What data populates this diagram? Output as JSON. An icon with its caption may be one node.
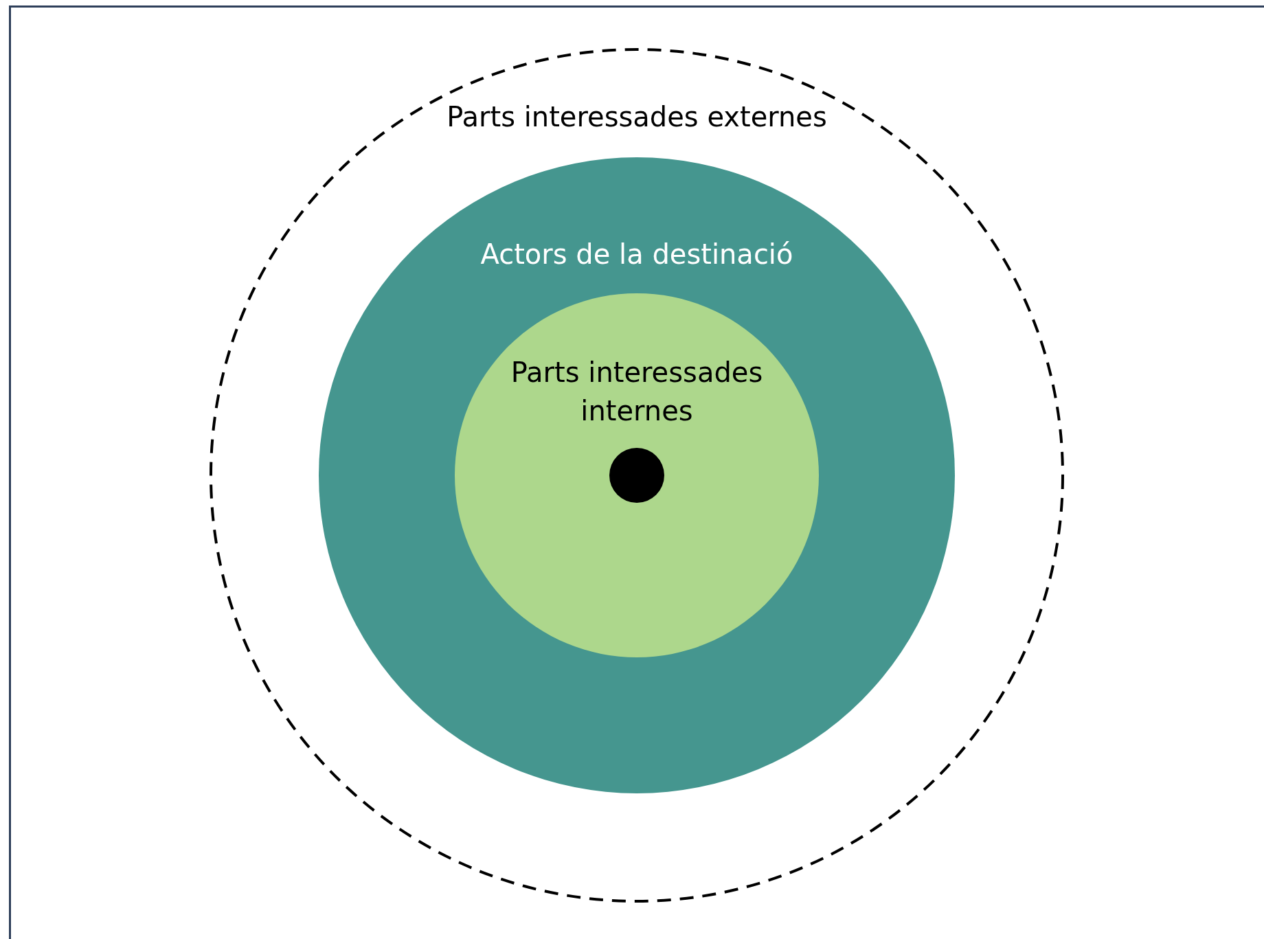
{
  "diagram": {
    "nodes": [
      {
        "text": [
          "Parts interessades externes"
        ]
      },
      {
        "text": [
          "Actors de la destinació"
        ],
        "in": 0
      },
      {
        "text": [
          "Parts interessades internes"
        ],
        "in": 1
      },
      {
        "text": [],
        "shape": "circle",
        "in": 2
      }
    ]
  }
}
